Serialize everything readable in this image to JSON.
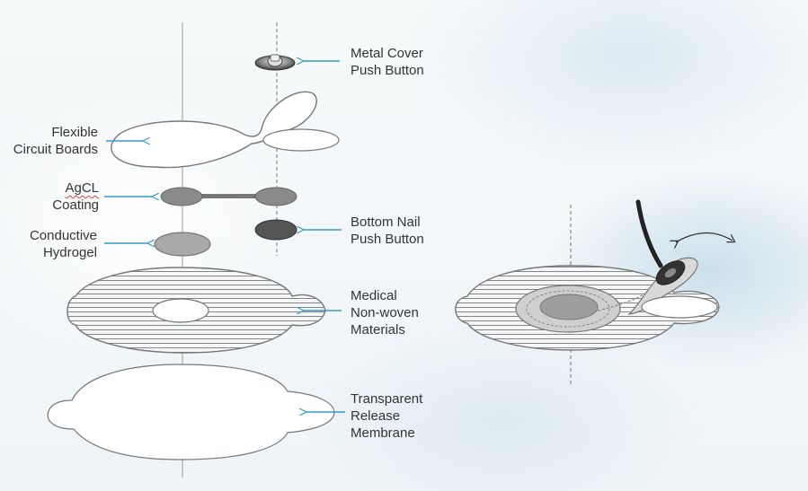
{
  "labels": {
    "metal_cover": [
      "Metal Cover",
      "Push Button"
    ],
    "flexible_circuit": [
      "Flexible",
      "Circuit Boards"
    ],
    "agcl": [
      "AgCL",
      "Coating"
    ],
    "bottom_nail": [
      "Bottom Nail",
      "Push Button"
    ],
    "hydrogel": [
      "Conductive",
      "Hydrogel"
    ],
    "non_woven": [
      "Medical",
      "Non-woven",
      "Materials"
    ],
    "release_membrane": [
      "Transparent",
      "Release",
      "Membrane"
    ]
  },
  "colors": {
    "outline": "#777777",
    "arrow": "#3a98c8",
    "gray_fill": "#8a8a8a",
    "dark_fill": "#555555",
    "hatch": "#7a7a7a"
  }
}
